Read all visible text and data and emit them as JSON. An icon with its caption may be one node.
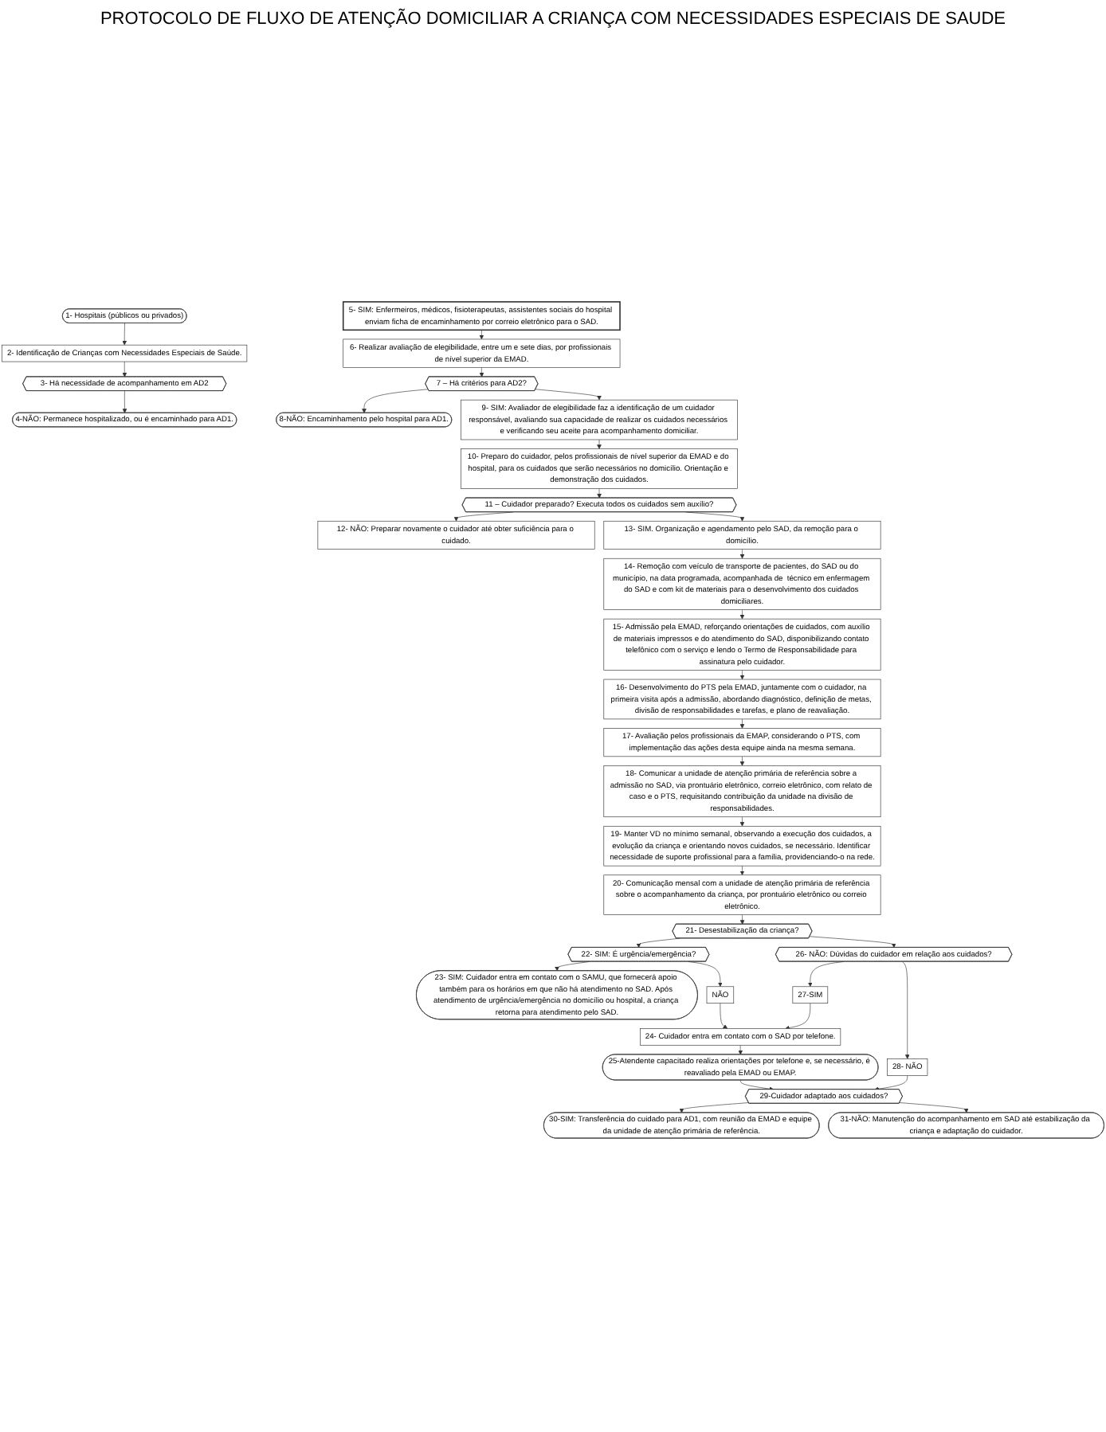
{
  "diagram": {
    "title": "PROTOCOLO DE FLUXO DE ATENÇÃO DOMICILIAR A CRIANÇA COM NECESSIDADES ESPECIAIS DE SAUDE",
    "nodes": [
      {
        "text": [
          "1- Hospitais (públicos ou privados)"
        ]
      },
      {
        "text": [
          "2- Identificação de Crianças com Necessidades Especiais de Saúde."
        ]
      },
      {
        "text": [
          "3- Há necessidade de acompanhamento em AD2"
        ]
      },
      {
        "text": [
          "4-NÃO: Permanece hospitalizado, ou é encaminhado para AD1."
        ]
      },
      {
        "text": [
          "5- SIM: Enfermeiros, médicos, fisioterapeutas, assistentes sociais do hospital enviam ficha de encaminhamento por correio eletrônico para o SAD."
        ]
      },
      {
        "text": [
          "6- Realizar avaliação de elegibilidade, entre um e sete dias, por profissionais de nível superior da EMAD."
        ]
      },
      {
        "text": [
          "7 – Há critérios para AD2?"
        ]
      },
      {
        "text": [
          "8-NÃO: Encaminhamento pelo hospital para AD1."
        ]
      },
      {
        "text": [
          "9- SIM: Avaliador de elegibilidade faz a identificação de um cuidador responsável, avaliando sua capacidade de realizar os cuidados necessários e verificando seu aceite para acompanhamento domiciliar."
        ]
      },
      {
        "text": [
          "10- Preparo do cuidador, pelos profissionais de nível superior da EMAD e do hospital, para os cuidados que serão necessários no domicílio. Orientação e demonstração dos cuidados."
        ]
      },
      {
        "text": [
          "11 – Cuidador preparado? Executa todos os cuidados sem auxílio?"
        ]
      },
      {
        "text": [
          "12- NÃO: Preparar novamente o cuidador até obter suficiência para o cuidado."
        ]
      },
      {
        "text": [
          "13- SIM. Organização e agendamento pelo SAD, da remoção para o domicílio."
        ]
      },
      {
        "text": [
          "14- Remoção com veículo de transporte de pacientes, do SAD ou do município, na data programada, acompanhada de  técnico em enfermagem do SAD e com kit de materiais para o desenvolvimento dos cuidados domiciliares."
        ]
      },
      {
        "text": [
          "15- Admissão pela EMAD, reforçando orientações de cuidados, com auxílio de materiais impressos e do atendimento do SAD, disponibilizando contato telefônico com o serviço e lendo o Termo de Responsabilidade para assinatura pelo cuidador."
        ]
      },
      {
        "text": [
          "16- Desenvolvimento do PTS pela EMAD, juntamente com o cuidador, na primeira visita após a admissão, abordando diagnóstico, definição de metas, divisão de responsabilidades e tarefas, e plano de reavaliação."
        ]
      },
      {
        "text": [
          "17- Avaliação pelos profissionais da EMAP, considerando o PTS, com implementação das ações desta equipe ainda na mesma semana."
        ]
      },
      {
        "text": [
          "18- Comunicar a unidade de atenção primária de referência sobre a admissão no SAD, via prontuário eletrônico, correio eletrônico, com relato de caso e o PTS, requisitando contribuição da unidade na divisão de responsabilidades."
        ]
      },
      {
        "text": [
          "19- Manter VD no mínimo semanal, observando a execução dos cuidados, a evolução da criança e orientando novos cuidados, se necessário. Identificar necessidade de suporte profissional para a família, providenciando-o na rede."
        ]
      },
      {
        "text": [
          "20- Comunicação mensal com a unidade de atenção primária de referência sobre o acompanhamento da criança, por prontuário eletrônico ou correio eletrônico."
        ]
      },
      {
        "text": [
          "21- Desestabilização da criança?"
        ]
      },
      {
        "text": [
          "22- SIM: É urgência/emergência?"
        ]
      },
      {
        "text": [
          "23- SIM: Cuidador entra em contato com o SAMU, que fornecerá apoio também para os horários em que não há atendimento no SAD. Após atendimento de urgência/emergência no domicílio ou hospital, a criança retorna para atendimento pelo SAD."
        ]
      },
      {
        "text": [
          "NÃO"
        ]
      },
      {
        "text": [
          "26- NÃO: Dúvidas do cuidador em relação aos cuidados?"
        ]
      },
      {
        "text": [
          "27-SIM"
        ]
      },
      {
        "text": [
          "24- Cuidador entra em contato com o SAD por telefone."
        ]
      },
      {
        "text": [
          "25-Atendente capacitado realiza orientações por telefone e, se necessário, é reavaliado pela EMAD ou EMAP."
        ]
      },
      {
        "text": [
          "28- NÃO"
        ]
      },
      {
        "text": [
          "29-Cuidador adaptado aos cuidados?"
        ]
      },
      {
        "text": [
          "30-SIM: Transferência do cuidado para AD1, com reunião da EMAD e equipe da unidade de atenção primária de referência."
        ]
      },
      {
        "text": [
          "31-NÃO: Manutenção do acompanhamento em SAD até estabilização da criança e adaptação do cuidador."
        ]
      }
    ],
    "edges": [
      {
        "from": 0,
        "to": 1,
        "arrow": "to"
      },
      {
        "from": 1,
        "to": 2,
        "arrow": "to"
      },
      {
        "from": 2,
        "to": 3,
        "arrow": "to"
      },
      {
        "from": 4,
        "to": 5,
        "arrow": "to"
      },
      {
        "from": 5,
        "to": 6,
        "arrow": "to"
      },
      {
        "from": 6,
        "to": 7,
        "arrow": "to"
      },
      {
        "from": 6,
        "to": 8,
        "arrow": "to"
      },
      {
        "from": 8,
        "to": 9,
        "arrow": "to"
      },
      {
        "from": 9,
        "to": 10,
        "arrow": "to"
      },
      {
        "from": 10,
        "to": 11,
        "arrow": "to"
      },
      {
        "from": 10,
        "to": 12,
        "arrow": "to"
      },
      {
        "from": 12,
        "to": 13,
        "arrow": "to"
      },
      {
        "from": 13,
        "to": 14,
        "arrow": "to"
      },
      {
        "from": 14,
        "to": 15,
        "arrow": "to"
      },
      {
        "from": 15,
        "to": 16,
        "arrow": "to"
      },
      {
        "from": 16,
        "to": 17,
        "arrow": "to"
      },
      {
        "from": 17,
        "to": 18,
        "arrow": "to"
      },
      {
        "from": 18,
        "to": 19,
        "arrow": "to"
      },
      {
        "from": 19,
        "to": 20,
        "arrow": "to"
      },
      {
        "from": 20,
        "to": 21,
        "arrow": "to"
      },
      {
        "from": 21,
        "to": 22,
        "arrow": "to"
      },
      {
        "from": 21,
        "to": 23,
        "arrow": "to"
      },
      {
        "from": 23,
        "to": 26,
        "arrow": "to"
      },
      {
        "from": 20,
        "to": 24,
        "arrow": "to"
      },
      {
        "from": 24,
        "to": 25,
        "arrow": "to"
      },
      {
        "from": 25,
        "to": 26,
        "arrow": "to"
      },
      {
        "from": 26,
        "to": 27,
        "arrow": "to"
      },
      {
        "from": 27,
        "to": 29,
        "arrow": "to"
      },
      {
        "from": 24,
        "to": 28,
        "arrow": "to"
      },
      {
        "from": 28,
        "to": 29,
        "arrow": "to"
      },
      {
        "from": 29,
        "to": 30,
        "arrow": "to"
      },
      {
        "from": 29,
        "to": 31,
        "arrow": "to"
      }
    ]
  }
}
